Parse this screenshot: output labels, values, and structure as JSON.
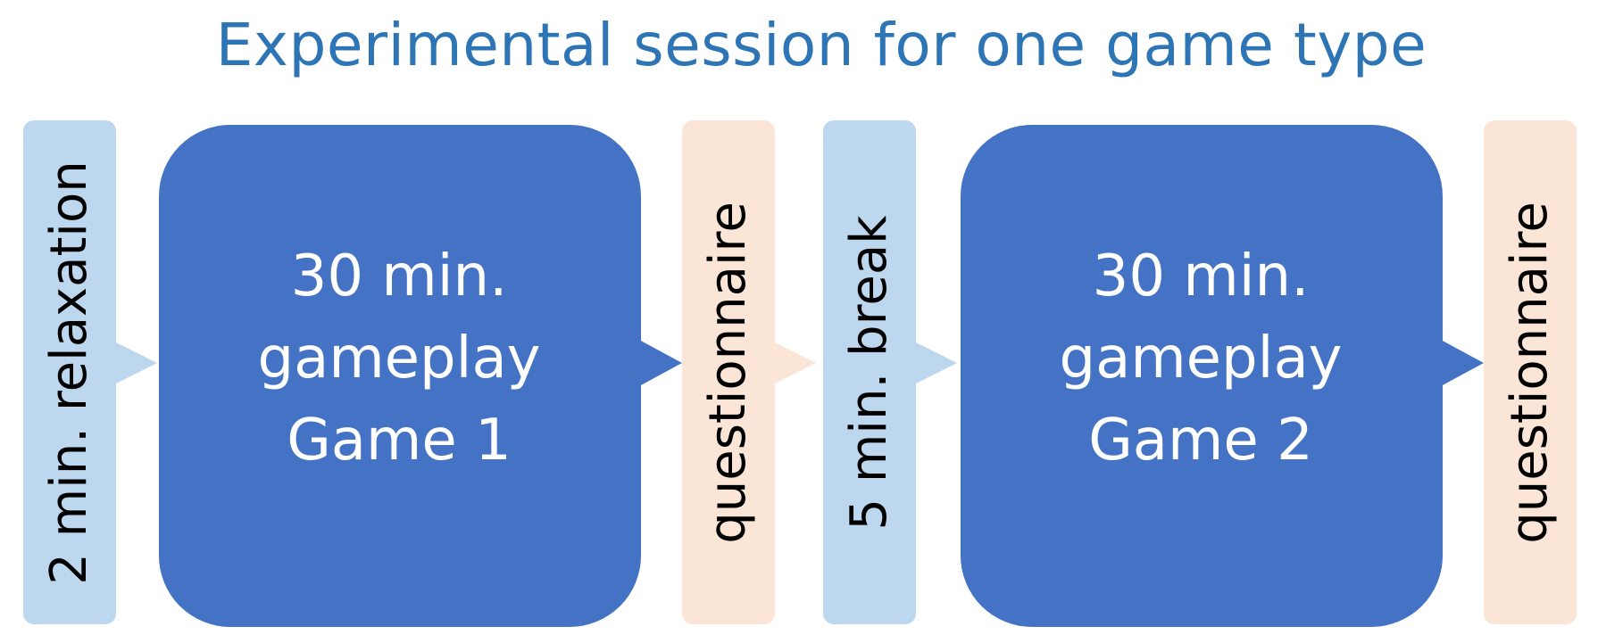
{
  "title": "Experimental session for one game type",
  "steps": [
    {
      "label": "2 min. relaxation",
      "kind": "relaxation"
    },
    {
      "lines": [
        "30 min.",
        "gameplay",
        "Game 1"
      ],
      "kind": "gameplay"
    },
    {
      "label": "questionnaire",
      "kind": "questionnaire"
    },
    {
      "label": "5 min. break",
      "kind": "break"
    },
    {
      "lines": [
        "30 min.",
        "gameplay",
        "Game 2"
      ],
      "kind": "gameplay"
    },
    {
      "label": "questionnaire",
      "kind": "questionnaire"
    }
  ],
  "colors": {
    "title": "#2e75b6",
    "rest": "#bdd7ee",
    "questionnaire": "#fbe5d6",
    "gameplay": "#4472c4",
    "gameplay_text": "#ffffff"
  }
}
